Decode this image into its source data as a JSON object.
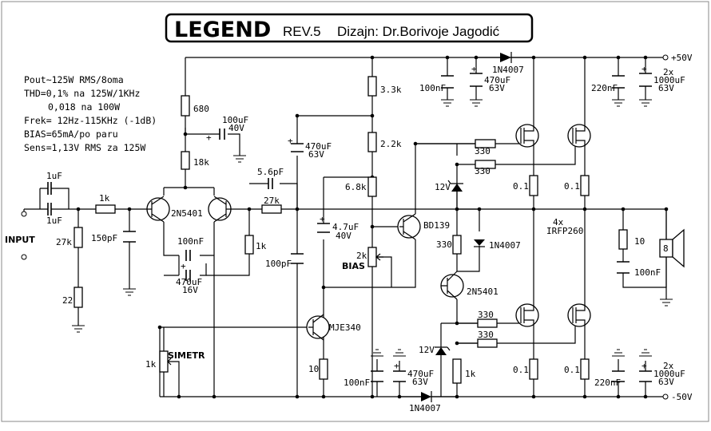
{
  "title": {
    "name": "LEGEND",
    "rev": "REV.5",
    "design": "Dizajn: Dr.Borivoje Jagodić"
  },
  "specs": [
    "Pout~125W RMS/8oma",
    "THD=0,1% na 125W/1KHz",
    "0,018 na 100W",
    "Frek= 12Hz-115KHz (-1dB)",
    "BIAS=65mA/po paru",
    "Sens=1,13V RMS za 125W"
  ],
  "rails": {
    "pos": "+50V",
    "neg": "-50V"
  },
  "labels": {
    "input": "INPUT",
    "c_in1": "1uF",
    "c_in2": "1uF",
    "r_in": "1k",
    "r_27k": "27k",
    "c_150p": "150pF",
    "r_22": "22",
    "r_680": "680",
    "c_100u": "100uF",
    "c_100u_v": "40V",
    "r_18k": "18k",
    "q_2n5401": "2N5401",
    "c_100n_fb": "100nF",
    "c_470u_fb": "470uF",
    "c_470u_fb_v": "16V",
    "c_5p6": "5.6pF",
    "r_fb_27k": "27k",
    "r_fb_1k": "1k",
    "c_100p": "100pF",
    "c_470u_mid": "470uF",
    "c_470u_mid_v": "63V",
    "r_3k3": "3.3k",
    "r_2k2": "2.2k",
    "r_6k8": "6.8k",
    "c_4u7": "4.7uF",
    "c_4u7_v": "40V",
    "q_bd139": "BD139",
    "r_bias_2k": "2k",
    "bias": "BIAS",
    "r_330_vas": "330",
    "d_1n4007_mid": "1N4007",
    "q_2n5401_2": "2N5401",
    "z_12v_top": "12V",
    "z_12v_bot": "12V",
    "r_330_a": "330",
    "r_330_b": "330",
    "r_330_c": "330",
    "r_330_d": "330",
    "r_0_1_a": "0.1",
    "r_0_1_b": "0.1",
    "r_0_1_c": "0.1",
    "r_0_1_d": "0.1",
    "mosfets": "4x",
    "mosfets2": "IRFP260",
    "c_100n_top": "100nF",
    "c_470u_top": "470uF",
    "c_470u_top_v": "63V",
    "d_1n4007_top": "1N4007",
    "c_220n_top": "220nF",
    "c_2x_top": "2x",
    "c_1000u_top": "1000uF",
    "c_1000u_top_v": "63V",
    "q_mje340": "MJE340",
    "r_10_mje": "10",
    "r_simetr": "1k",
    "simetr": "SIMETR",
    "c_100n_bot": "100nF",
    "c_470u_bot": "470uF",
    "c_470u_bot_v": "63V",
    "d_1n4007_bot": "1N4007",
    "r_1k_bot": "1k",
    "c_220n_bot": "220nF",
    "c_2x_bot": "2x",
    "c_1000u_bot": "1000uF",
    "c_1000u_bot_v": "63V",
    "r_zobel": "10",
    "c_zobel": "100nF",
    "speaker": "8"
  }
}
